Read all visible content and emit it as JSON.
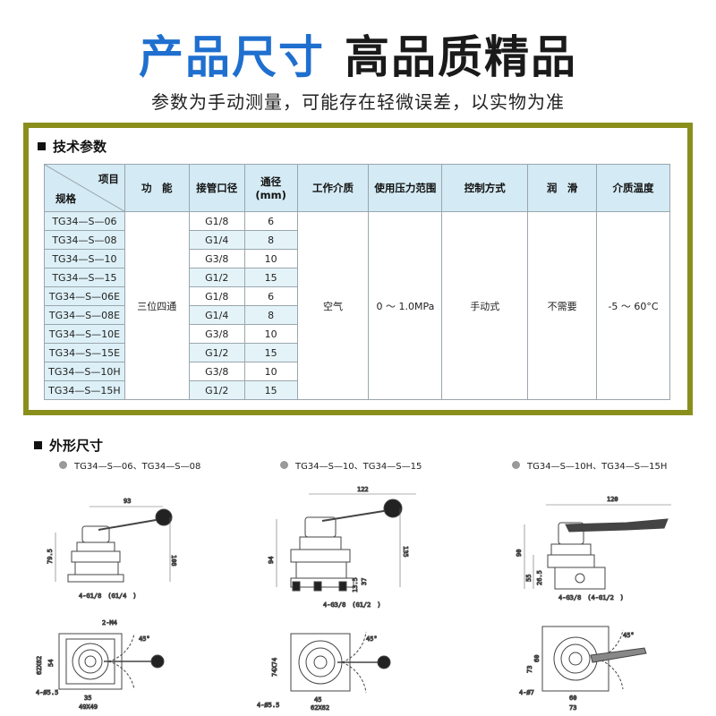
{
  "header": {
    "title_blue": "产品尺寸",
    "title_black": "高品质精品",
    "subtitle": "参数为手动测量，可能存在轻微误差，以实物为准"
  },
  "spec": {
    "section_title": "技术参数",
    "frame_color": "#8a8f1c",
    "header_color": "#d4eaf4",
    "diag_top": "项目",
    "diag_bottom": "规格",
    "columns": [
      "功　能",
      "接管口径",
      "通径 (mm)",
      "工作介质",
      "使用压力范围",
      "控制方式",
      "润　滑",
      "介质温度"
    ],
    "rows": [
      {
        "model": "TG34—S—06",
        "port": "G1/8",
        "bore": "6"
      },
      {
        "model": "TG34—S—08",
        "port": "G1/4",
        "bore": "8"
      },
      {
        "model": "TG34—S—10",
        "port": "G3/8",
        "bore": "10"
      },
      {
        "model": "TG34—S—15",
        "port": "G1/2",
        "bore": "15"
      },
      {
        "model": "TG34—S—06E",
        "port": "G1/8",
        "bore": "6"
      },
      {
        "model": "TG34—S—08E",
        "port": "G1/4",
        "bore": "8"
      },
      {
        "model": "TG34—S—10E",
        "port": "G3/8",
        "bore": "10"
      },
      {
        "model": "TG34—S—15E",
        "port": "G1/2",
        "bore": "15"
      },
      {
        "model": "TG34—S—10H",
        "port": "G3/8",
        "bore": "10"
      },
      {
        "model": "TG34—S—15H",
        "port": "G1/2",
        "bore": "15"
      }
    ],
    "function": "三位四通",
    "medium": "空气",
    "pressure": "0 ～ 1.0MPa",
    "control": "手动式",
    "lubrication": "不需要",
    "temperature": "-5 ～ 60°C"
  },
  "dimensions": {
    "section_title": "外形尺寸",
    "variants": [
      {
        "label": "TG34—S—06、TG34—S—08",
        "width_top": "93",
        "height_total": "108",
        "height_body": "79.5",
        "port_note": "4-G1/8　(G1/4　)",
        "hole_top": "2-M4",
        "hole_bottom": "4-Ø5.5",
        "plan_w": "49X49",
        "plan_h": "62X62",
        "plan_in": "35",
        "plan_side": "54",
        "angle": "45°"
      },
      {
        "label": "TG34—S—10、TG34—S—15",
        "width_top": "122",
        "height_total": "135",
        "height_body": "94",
        "dim_a": "13.5",
        "dim_b": "37",
        "port_note": "4-G3/8　(G1/2　)",
        "hole_bottom": "4-Ø5.5",
        "plan_w": "62X62",
        "plan_h": "74X74",
        "plan_in": "45",
        "angle": "45°"
      },
      {
        "label": "TG34—S—10H、TG34—S—15H",
        "width_top": "120",
        "height_total": "90",
        "height_body": "55",
        "dim_a": "26.5",
        "port_note": "4-G3/8　(4-G1/2　)",
        "hole_bottom": "4-Ø7",
        "plan_w": "60",
        "plan_w2": "73",
        "plan_h": "73",
        "plan_in": "60",
        "angle": "45°"
      }
    ]
  }
}
